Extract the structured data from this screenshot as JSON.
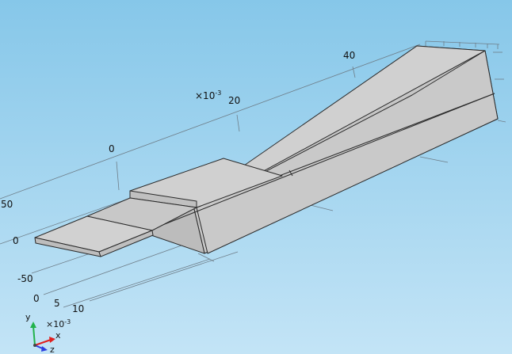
{
  "viewport": {
    "top_axis": {
      "multiplier": "×10",
      "multiplier_exp": "-3",
      "ticks": [
        "0",
        "20",
        "40"
      ]
    },
    "left_axis": {
      "ticks": [
        "50",
        "0",
        "-50"
      ]
    },
    "front_axis": {
      "ticks": [
        "0",
        "5",
        "10"
      ]
    }
  },
  "triad": {
    "multiplier": "×10",
    "multiplier_exp": "-3",
    "labels": {
      "x": "x",
      "y": "y",
      "z": "z"
    },
    "colors": {
      "x": "#e0201f",
      "y": "#22b24c",
      "z": "#2b3fe0"
    }
  },
  "colors": {
    "background_top": "#86c7e9",
    "background_bottom": "#c3e4f6",
    "geometry_top_face": "#cfcfcf",
    "geometry_side_face": "#c4c4c4",
    "grid_line": "#6e7d88"
  }
}
